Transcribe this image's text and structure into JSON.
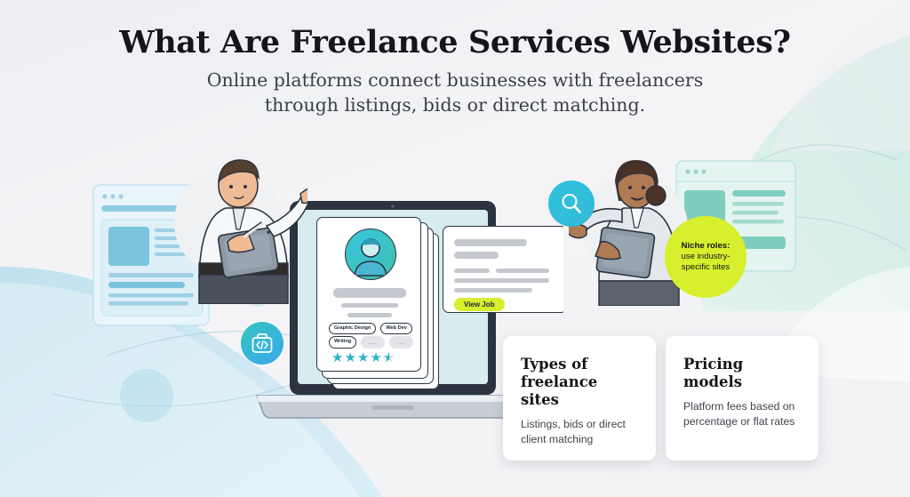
{
  "header": {
    "title": "What Are Freelance Services Websites?",
    "subtitle_line1": "Online platforms connect businesses with freelancers",
    "subtitle_line2": "through listings, bids or direct matching."
  },
  "laptop_screen": {
    "profile_card": {
      "avatar_icon": "user-avatar-icon",
      "tags": [
        "Graphic Design",
        "Web Dev",
        "Writing"
      ],
      "placeholder_tags": [
        "...",
        "..."
      ],
      "rating_stars": 4.5
    },
    "job_card": {
      "button_label": "View Job"
    }
  },
  "badges": {
    "code_briefcase_icon": "briefcase-code-icon",
    "search_icon": "magnifier-icon"
  },
  "niche_bubble": {
    "heading": "Niche roles:",
    "line1": "use industry-",
    "line2": "specific sites"
  },
  "cards": [
    {
      "title_line1": "Types of",
      "title_line2": "freelance sites",
      "body_line1": "Listings, bids or direct",
      "body_line2": "client matching"
    },
    {
      "title_line1": "Pricing",
      "title_line2": "models",
      "body_line1": "Platform fees based on",
      "body_line2": "percentage or flat rates"
    }
  ],
  "colors": {
    "accent_yellow": "#d7ef2c",
    "accent_teal": "#2ab5c8",
    "background": "#f2f2f5",
    "wave_blue": "#bfe0ee",
    "wave_mint": "#d5eeea",
    "ink": "#14161a"
  }
}
